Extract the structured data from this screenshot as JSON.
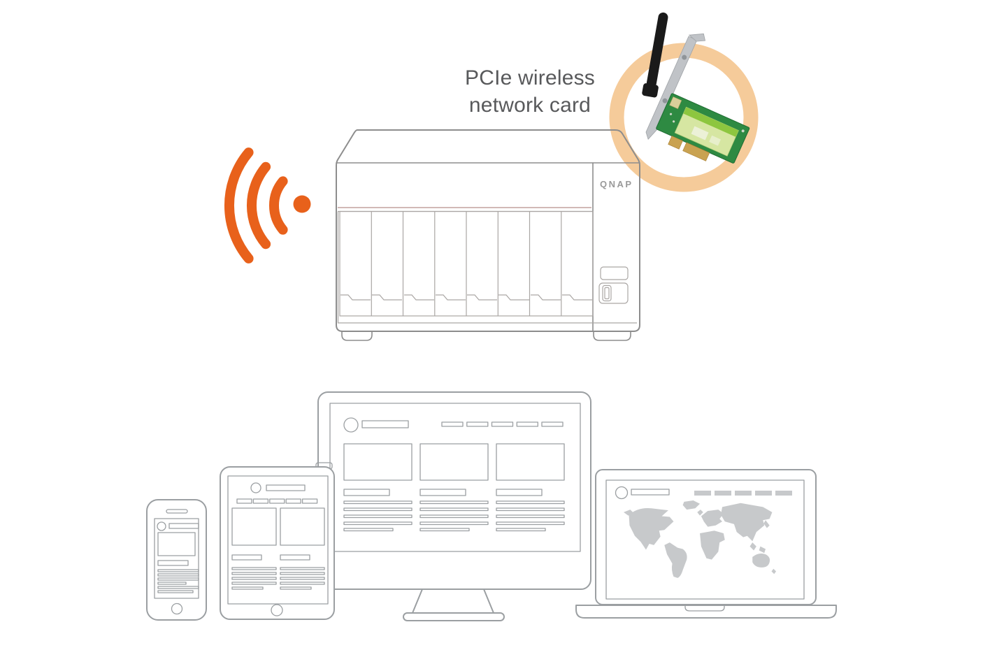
{
  "title": "NAS PCIe wireless network card diagram",
  "heading": {
    "text": "PCIe wireless\nnetwork card"
  },
  "nas": {
    "brand": "QNAP",
    "drive_bays": 8,
    "features": [
      "power-button",
      "usb-port"
    ]
  },
  "card": {
    "name": "pcie-wireless-network-card",
    "parts": [
      "antenna",
      "metal-bracket",
      "green-pcb",
      "gold-edge-connector"
    ]
  },
  "wifi_icon": {
    "name": "wifi-signal-icon",
    "arcs": 3
  },
  "devices": [
    {
      "name": "smartphone"
    },
    {
      "name": "tablet"
    },
    {
      "name": "desktop-monitor"
    },
    {
      "name": "laptop",
      "screen_content": "world-map"
    }
  ],
  "theme": {
    "bg": "#ffffff",
    "text": "#58595b",
    "accent-orange": "#e8611b",
    "ring-peach": "#f5cb9a",
    "nas-line": "#8d8d8d",
    "nas-line-light": "#aaa6a4",
    "nas-accent-line": "#c4a29e",
    "device-line": "#9b9fa2",
    "fill-gray": "#c7c9cb",
    "pcb-green": "#2e8a42",
    "pcb-label": "#d6e6a2",
    "bracket-silver": "#c0c3c7",
    "antenna-black": "#1a1a1a",
    "gold": "#c9a251",
    "logo-gray": "#9a9a9a"
  }
}
